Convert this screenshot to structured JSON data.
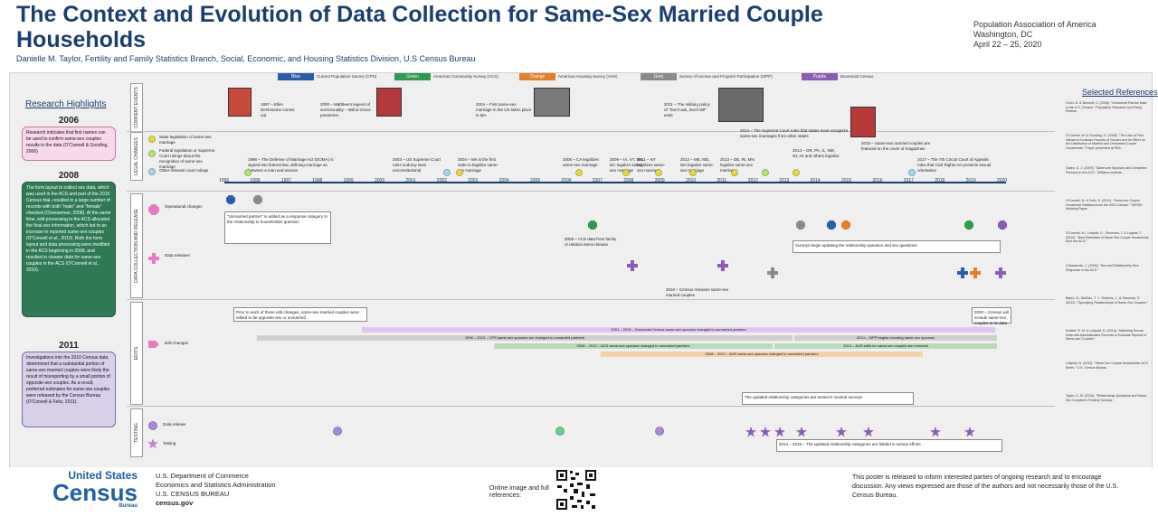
{
  "header": {
    "title": "The Context and Evolution of Data Collection for Same-Sex Married Couple Households",
    "authors": "Danielle M. Taylor, Fertility and Family Statistics Branch, Social, Economic, and Housing Statistics Division, U.S Census Bureau",
    "assoc_name": "Population Association of America",
    "assoc_city": "Washington, DC",
    "assoc_date": "April 22 – 25, 2020"
  },
  "legend": [
    {
      "label": "Blue",
      "text": "Current Population Survey (CPS)",
      "color": "#2a5da8"
    },
    {
      "label": "Green",
      "text": "American Community Survey (ACS)",
      "color": "#2e9a4e"
    },
    {
      "label": "Orange",
      "text": "American Housing Survey (AHS)",
      "color": "#e57e2a"
    },
    {
      "label": "Grey",
      "text": "Survey of Income and Program Participation (SIPP)",
      "color": "#8a8a8a"
    },
    {
      "label": "Purple",
      "text": "Decennial Census",
      "color": "#8a5cb5"
    }
  ],
  "highlights": {
    "title": "Research Highlights",
    "y2006": "2006",
    "t2006": "Research indicates that first names can be used to confirm same-sex couples results in the data (O'Connell & Gooding, 2006)",
    "y2008": "2008",
    "t2008": "The form layout to collect sex data, which was used in the ACS and part of the 2010 Census trial, resulted in a large number of records with both \"male\" and \"female\" checked (Cheeseman, 2008). At the same time, edit processing in the ACS allocated the final sex information, which led to an increase in reported same-sex couples (O'Connell et al., 2010). Both the form layout and data processing were modified in the ACS beginning in 2008, and resulted in cleaner data for same-sex couples in the ACS (O'Connell et al., 2010).",
    "y2011": "2011",
    "t2011": "Investigations into the 2010 Census data determined that a substantial portion of same-sex married couples were likely the result of misreporting by a small portion of opposite-sex couples. As a result, preferred estimates for same-sex couples were released by the Census Bureau (O'Connell & Feliz, 2011)."
  },
  "sections": {
    "current": "CURRENT EVENTS",
    "legal": "LEGAL CHANGES",
    "datacoll": "DATA COLLECTION AND RELEASE",
    "edits": "EDITS",
    "testing": "TESTING"
  },
  "legal_legend": {
    "state": "State legislation of same-sex marriage",
    "federal": "Federal legislation or Supreme Court rulings about the recognition of same-sex marriage",
    "other": "Other relevant court rulings"
  },
  "row_legend": {
    "operational": "Operational changes",
    "releases": "Data releases",
    "edit_changes": "Edit changes",
    "data_release": "Data release",
    "testing": "Testing"
  },
  "years": [
    "1995",
    "1996",
    "1997",
    "1998",
    "1999",
    "2000",
    "2001",
    "2002",
    "2003",
    "2004",
    "2005",
    "2006",
    "2007",
    "2008",
    "2009",
    "2010",
    "2011",
    "2012",
    "2013",
    "2014",
    "2015",
    "2016",
    "2017",
    "2018",
    "2019",
    "2020"
  ],
  "current_events": {
    "e1997": "1997 – Ellen DeGeneres comes out",
    "e2000": "2000 – Matthew's legend of sex/sexuality – Will & Grace premieres",
    "e2004": "2004 – First same-sex marriage in the US takes place in MA",
    "e2011": "2011 – The military policy of \"Don't ask, Don't tell\" ends",
    "e2014": "2014 – The Supreme Court rules that states must recognize same-sex marriages from other states",
    "e2015": "2015 – Same-sex married couples are featured on the cover of magazines"
  },
  "legal_events": {
    "l1996": "1996 – The Defense of Marriage Act (DOMA) is signed into federal law, defining marriage as between a man and woman",
    "l2003": "2003 – US Supreme Court rules sodomy laws unconstitutional",
    "l2004": "2004 – MA is the first state to legalize same-sex marriage",
    "l2008": "2008 – CA legalizes same-sex marriage",
    "l2009": "2009 – IA, VT, NH, DC legalize same-sex marriage",
    "l2011": "2011 – NY legalizes same-sex marriage",
    "l2012": "2012 – ME, MD, WA legalize same-sex marriage",
    "l2013": "2013 – DE, RI, MN legalize same-sex marriage",
    "l2014": "2014 – OR, PA, IL, NM, NJ, HI and others legalize",
    "l2017": "2017 – The 7th Circuit Court of Appeals rules that Civil Rights Act protects sexual orientation"
  },
  "data_events": {
    "cps_note": "\"Unmarried partner\" is added as a response category to the relationship to householder question",
    "acs_2009": "2009 – ACS data from family or relation items release",
    "census2010": "2010 – Census releases same-sex married couples",
    "survey_update": "Surveys begin updating the relationship question and sex questions",
    "edits_note": "Prior to each of these edit changes, same-sex married couples were edited to be opposite-sex or unmarried",
    "census2020": "2020 – Census will include same-sex couples in its data",
    "testing_note": "The updated relationship categories are tested in several surveys",
    "testing_2014": "2014 – 2019 – The updated relationship categories are fielded in survey efforts"
  },
  "edit_bars": {
    "b1": "2001 – 2010 – Decennial Census same-sex spouses changed to unmarried partners",
    "b2": "1996 – 2013 – CPS same-sex spouses are changed to unmarried partners",
    "b3": "2008 – 2012 – ACS same-sex spouses changed to unmarried partners",
    "b4": "2014 – SIPP begins recoding same-sex spouses",
    "b5": "2013 – ACS edits for same-sex couples are removed",
    "b6": "2008 – 2013 – AHS same-sex spouses changed to unmarried partners"
  },
  "refs": {
    "title": "Selected References",
    "items": [
      "Cohn, D. & Bennett, C. (2008). \"Unmarried Partner Data in the U.S. Census.\" Population Research and Policy Review.",
      "O'Connell, M. & Gooding, G. (2006). \"The Use of First Names to Evaluate Reports of Gender and Its Effect on the Distribution of Married and Unmarried Couple Households.\" Paper presented at PAA.",
      "Gates, G. J. (2009). \"Same-sex Spouses and Unmarried Partners in the ACS.\" Williams Institute.",
      "O'Connell, M. & Feliz, S. (2011). \"Same-sex Couple Household Statistics from the 2010 Census.\" SEHSD Working Paper.",
      "O'Connell, M., Lofquist, D., Simmons, T. & Lugaila, T. (2010). \"New Estimates of Same-Sex Couple Households from the ACS.\"",
      "Cheeseman, J. (2008). \"Sex and Relationship Item Response in the ACS.\"",
      "Bates, N., DeMaio, T. J., Roberts, J., & Sherman, D. (2012). \"Specifying Relationships of Same-Sex Couples.\"",
      "Kreider, R. M. & Lofquist, D. (2014). \"Matching Survey Data with Administrative Records to Evaluate Reports of Same-sex Couples.\"",
      "Lofquist, D. (2011). \"Same-Sex Couple Households: ACS Briefs.\" U.S. Census Bureau.",
      "Taylor, D. M. (2019). \"Relationship Questions and Same-Sex Couples in Federal Surveys.\""
    ]
  },
  "footer": {
    "logo_top": "United States",
    "logo_main": "Census",
    "logo_sub": "Bureau",
    "dept1": "U.S. Department of Commerce",
    "dept2": "Economics and Statistics Administration",
    "dept3": "U.S. CENSUS BUREAU",
    "dept4": "census.gov",
    "online": "Online image and full references:",
    "disclaimer": "This poster is released to inform interested parties of ongoing research and to encourage discussion. Any views expressed are those of the authors and not necessarily those of the U.S. Census Bureau."
  }
}
